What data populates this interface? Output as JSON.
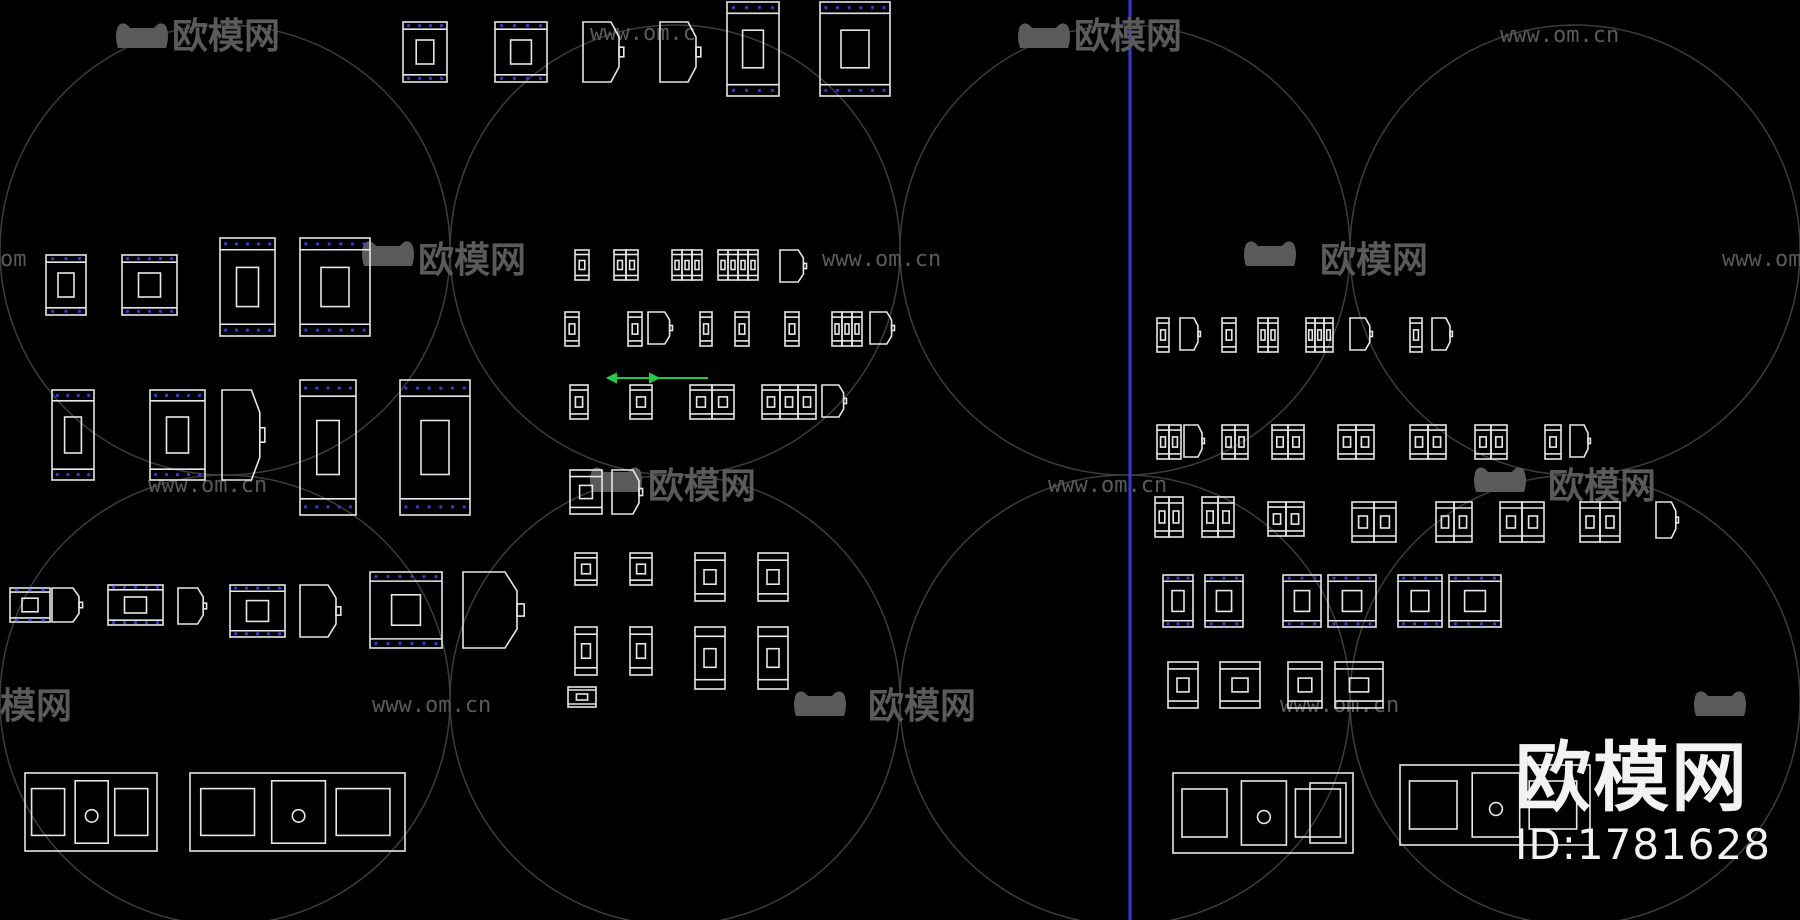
{
  "drawing": {
    "background_color": "#000000",
    "line_color": "#e6e6e6",
    "accent_blue": "#3a3ad8",
    "accent_green": "#22cc44",
    "watermark_color": "#5a5a5a"
  },
  "watermark": {
    "brand": "欧模网",
    "url": "www.om.cn",
    "url_fragments": [
      "www.om.c",
      "www.om.cn"
    ],
    "left_fragments": [
      "om",
      "模网"
    ]
  },
  "branding": {
    "name": "欧模网",
    "id_label": "ID:1781628"
  }
}
